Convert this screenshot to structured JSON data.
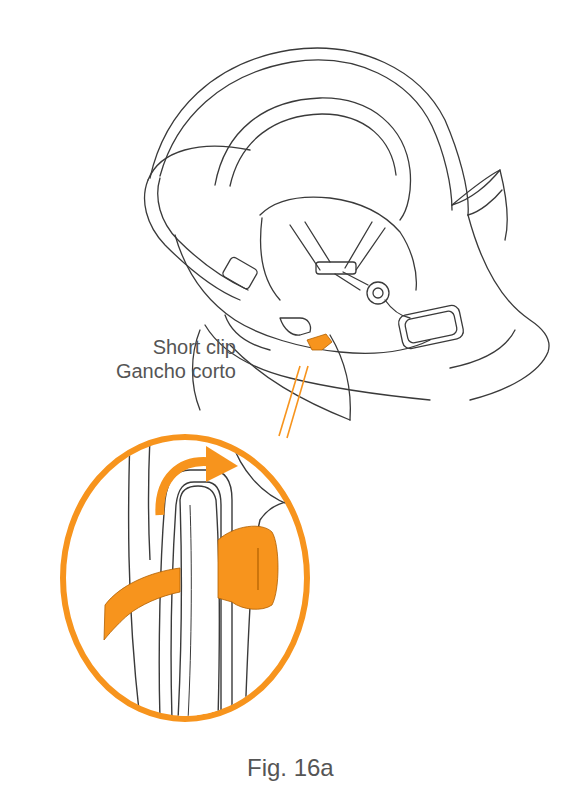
{
  "diagram": {
    "caption": "Fig. 16a",
    "labels": [
      "Short clip",
      "Gancho corto"
    ]
  }
}
